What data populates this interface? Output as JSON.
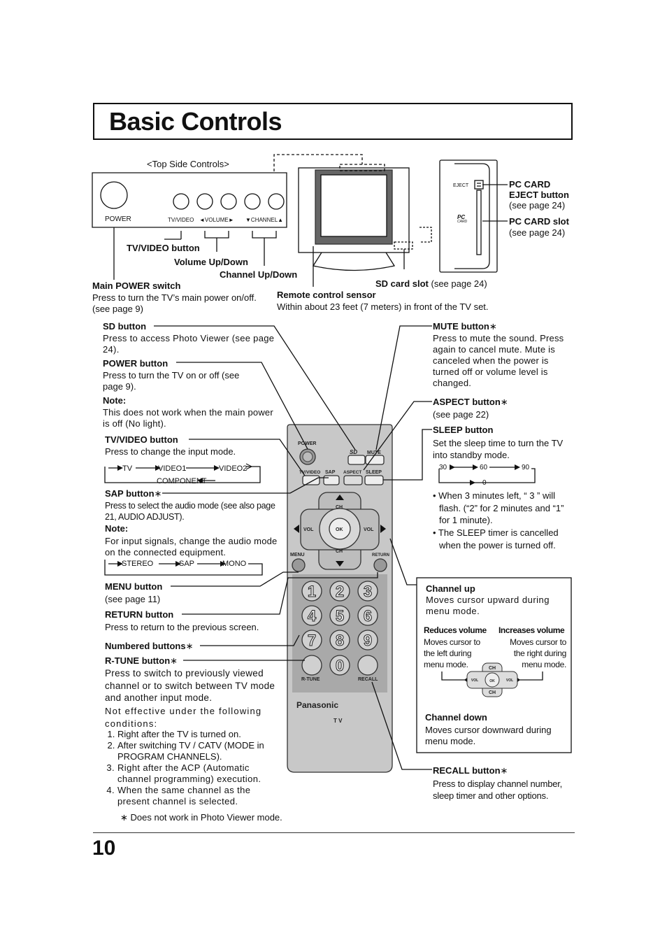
{
  "page": {
    "title": "Basic Controls",
    "page_number": "10",
    "footnote": "∗ Does not work in Photo Viewer mode."
  },
  "top_side": {
    "heading": "<Top Side Controls>",
    "power_label": "POWER",
    "tvvideo_label": "TV/VIDEO",
    "volume_label": "◄VOLUME►",
    "channel_label": "▼CHANNEL▲",
    "tvvideo_button": "TV/VIDEO button",
    "volume_updown": "Volume Up/Down",
    "channel_updown": "Channel Up/Down",
    "main_power_title": "Main POWER switch",
    "main_power_desc": "Press to turn the TV’s main power on/off. (see page 9)"
  },
  "tv_front": {
    "remote_sensor_title": "Remote control sensor",
    "remote_sensor_desc": "Within about 23 feet (7 meters) in front of the TV set.",
    "sd_slot_title": "SD card slot",
    "sd_slot_ref": "(see page 24)"
  },
  "side_panel": {
    "eject_label": "EJECT",
    "pc_card_logo_top": "PC",
    "pc_card_logo_bottom": "CARD",
    "eject_button_title_1": "PC CARD",
    "eject_button_title_2": "EJECT button",
    "eject_ref": "(see page 24)",
    "slot_title": "PC CARD slot",
    "slot_ref": "(see page 24)"
  },
  "left_callouts": {
    "sd_title": "SD button",
    "sd_desc": "Press to access Photo Viewer (see page 24).",
    "power_title": "POWER button",
    "power_desc": "Press to turn the TV on or off (see page 9).",
    "note1_title": "Note:",
    "note1_desc": "This does not work when the main power is off (No light).",
    "tvvideo_title": "TV/VIDEO button",
    "tvvideo_desc": "Press to change the input mode.",
    "input_tv": "TV",
    "input_video1": "VIDEO1",
    "input_video2": "VIDEO2",
    "input_component": "COMPONENT",
    "sap_title": "SAP button",
    "sap_desc": "Press to select the audio mode (see also page 21, AUDIO ADJUST).",
    "note2_title": "Note:",
    "note2_desc": "For input signals, change the audio mode on the connected equipment.",
    "audio_stereo": "STEREO",
    "audio_sap": "SAP",
    "audio_mono": "MONO",
    "menu_title": "MENU button",
    "menu_desc": "(see page 11)",
    "return_title": "RETURN button",
    "return_desc": "Press to return to the previous screen.",
    "numbered_title": "Numbered buttons",
    "rtune_title": "R-TUNE button",
    "rtune_desc": "Press to switch to previously viewed channel or to switch between TV mode and another input mode.",
    "rtune_cond": "Not effective under the following conditions:",
    "conditions": [
      "Right after the TV is turned on.",
      "After switching TV / CATV (MODE in PROGRAM CHANNELS).",
      "Right after the ACP (Automatic channel programming) execution.",
      "When the same channel as the present channel is selected."
    ]
  },
  "right_callouts": {
    "mute_title": "MUTE button",
    "mute_desc": "Press to mute the sound. Press again to cancel mute. Mute is canceled when the power is turned off or volume level is changed.",
    "aspect_title": "ASPECT button",
    "aspect_desc": "(see page 22)",
    "sleep_title": "SLEEP button",
    "sleep_desc": "Set the sleep time to turn the TV into standby mode.",
    "sleep_30": "30",
    "sleep_60": "60",
    "sleep_90": "90",
    "sleep_0": "0",
    "sleep_bullet1": "• When 3 minutes left, “ 3 ” will flash. (“2” for 2 minutes and “1” for 1 minute).",
    "sleep_bullet2": "• The SLEEP timer is cancelled when the power is turned off.",
    "recall_title": "RECALL button",
    "recall_desc": "Press to display channel number, sleep timer and other options."
  },
  "cursor_box": {
    "ch_up_title": "Channel up",
    "ch_up_desc": "Moves cursor upward during menu mode.",
    "vol_down_title": "Reduces volume",
    "vol_down_desc": "Moves cursor to the left during menu mode.",
    "vol_up_title": "Increases volume",
    "vol_up_desc": "Moves cursor to the right during menu mode.",
    "ch_down_title": "Channel down",
    "ch_down_desc": "Moves cursor downward during menu mode."
  },
  "remote": {
    "power": "POWER",
    "mute": "MUTE",
    "tvvideo": "TV/VIDEO",
    "sap": "SAP",
    "aspect": "ASPECT",
    "sleep": "SLEEP",
    "ch": "CH",
    "vol": "VOL",
    "ok": "OK",
    "menu": "MENU",
    "return": "RETURN",
    "rtune": "R-TUNE",
    "recall": "RECALL",
    "brand": "Panasonic",
    "tv": "T V",
    "sd_logo": "SD",
    "digits": [
      "1",
      "2",
      "3",
      "4",
      "5",
      "6",
      "7",
      "8",
      "9",
      "0"
    ]
  },
  "asterisk": "∗"
}
